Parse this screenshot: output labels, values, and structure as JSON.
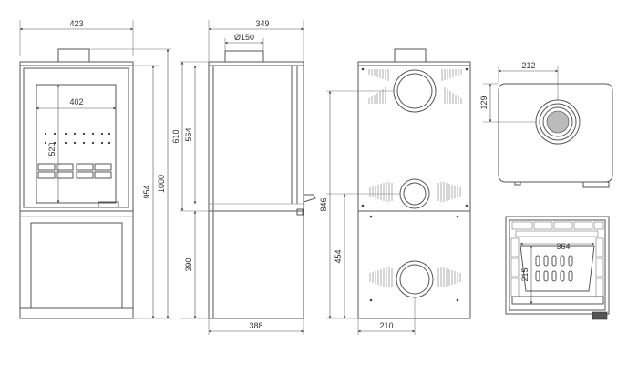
{
  "front": {
    "width": "423",
    "total_height": "1000",
    "body_height": "954",
    "glass_width": "402",
    "glass_height": "520"
  },
  "side": {
    "depth": "349",
    "flue": "Ø150",
    "upper": "610",
    "firebox": "564",
    "pedestal": "390",
    "base_depth": "388"
  },
  "back": {
    "flue_height": "846",
    "lower_flue": "454",
    "offset": "210"
  },
  "top_view": {
    "offset_x": "212",
    "offset_y": "129"
  },
  "section": {
    "width": "364",
    "height": "215"
  }
}
